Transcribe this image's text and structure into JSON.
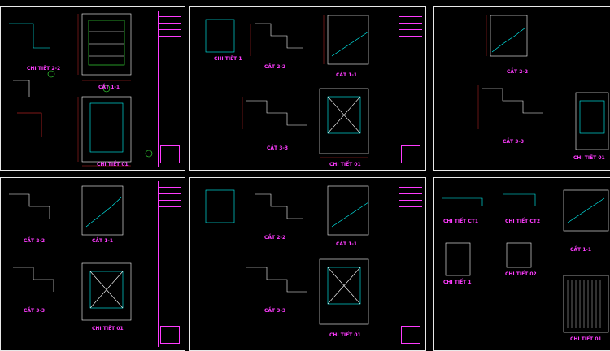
{
  "sheets": [
    {
      "labels": [
        "CHI TIẾT 2-2",
        "CẮT 1-1",
        "CHI TIẾT 01"
      ]
    },
    {
      "labels": [
        "CHI TIẾT 1",
        "CẮT 2-2",
        "CẮT 1-1",
        "CẮT 3-3",
        "CHI TIẾT 01"
      ]
    },
    {
      "labels": [
        "CẮT 2-2",
        "CẮT 3-3",
        "CHI TIẾT 01"
      ]
    },
    {
      "labels": [
        "CẮT 2-2",
        "CẮT 1-1",
        "CẮT 3-3",
        "CHI TIẾT 01"
      ]
    },
    {
      "labels": [
        "CẮT 2-2",
        "CẮT 1-1",
        "CẮT 3-3",
        "CHI TIẾT 01"
      ]
    },
    {
      "labels": [
        "CHI TIẾT CT1",
        "CHI TIẾT CT2",
        "CHI TIẾT 1",
        "CẮT 1-1",
        "CHI TIẾT 02",
        "CHI TIẾT 01"
      ]
    }
  ],
  "colors": {
    "line": "#ffffff",
    "accent": "#ff3cff",
    "dim": "#ff3030",
    "cyan": "#00ffff",
    "green": "#40ff40",
    "yellow": "#ffff40"
  }
}
